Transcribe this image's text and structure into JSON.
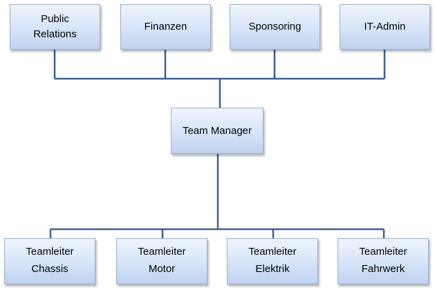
{
  "support_units": [
    {
      "line1": "Public",
      "line2": "Relations"
    },
    {
      "label": "Finanzen"
    },
    {
      "label": "Sponsoring"
    },
    {
      "label": "IT-Admin"
    }
  ],
  "manager": {
    "label": "Team Manager"
  },
  "team_leads": [
    {
      "line1": "Teamleiter",
      "line2": "Chassis"
    },
    {
      "line1": "Teamleiter",
      "line2": "Motor"
    },
    {
      "line1": "Teamleiter",
      "line2": "Elektrik"
    },
    {
      "line1": "Teamleiter",
      "line2": "Fahrwerk"
    }
  ],
  "colors": {
    "connector": "#3d5f8f",
    "box_border": "#9aaec9",
    "box_fill_top": "#eef4fd",
    "box_fill_bottom": "#bed2f0"
  }
}
